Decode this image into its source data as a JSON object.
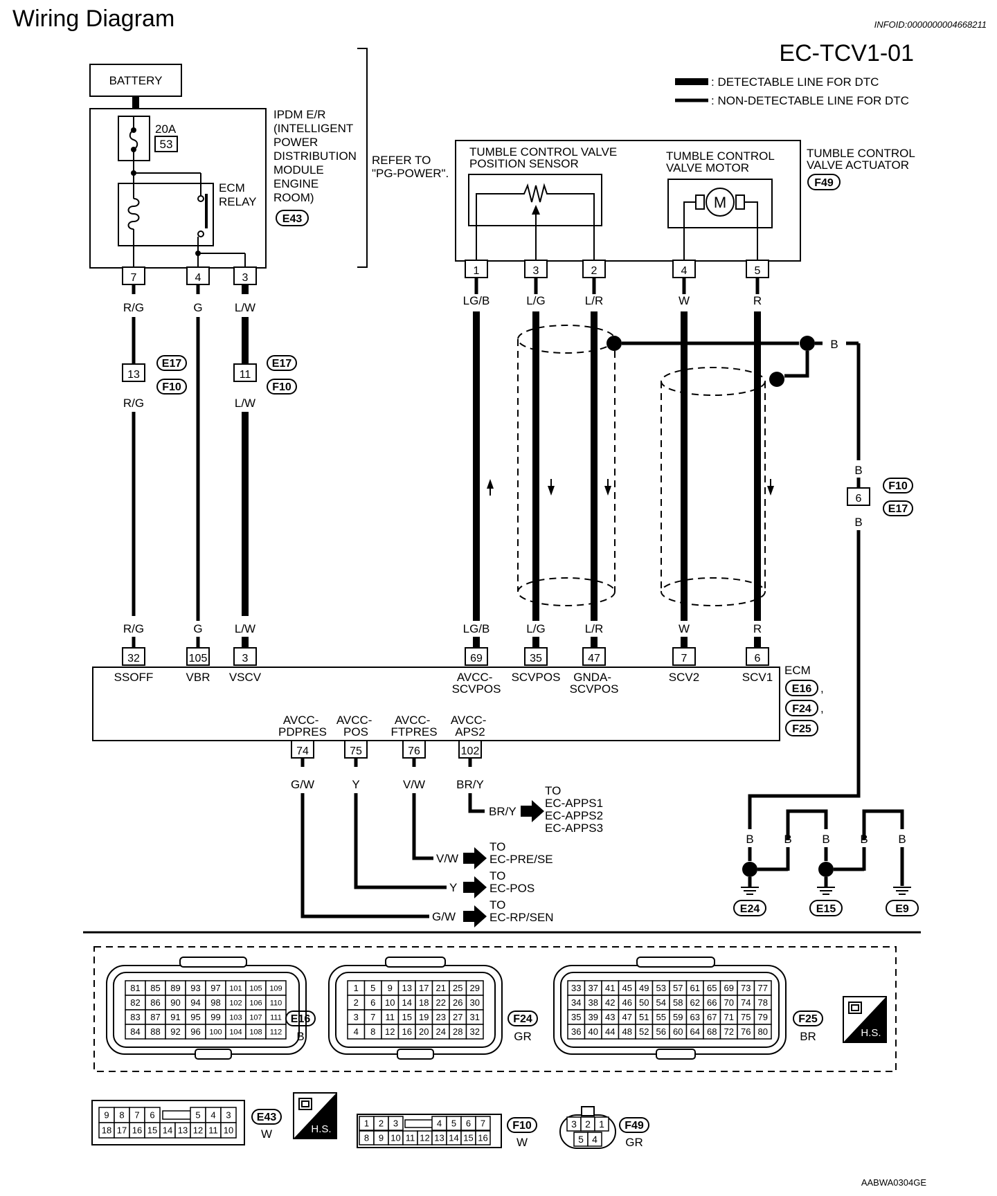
{
  "header": {
    "title": "Wiring Diagram",
    "info_id": "INFOID:0000000004668211",
    "page_code": "EC-TCV1-01",
    "figure_code": "AABWA0304GE"
  },
  "legend": {
    "detectable": ": DETECTABLE LINE FOR DTC",
    "non_detectable": ": NON-DETECTABLE LINE FOR DTC"
  },
  "battery": {
    "label": "BATTERY"
  },
  "ipdm": {
    "lines": [
      "IPDM E/R",
      "(INTELLIGENT",
      "POWER",
      "DISTRIBUTION",
      "MODULE",
      "ENGINE",
      "ROOM)"
    ],
    "connector": "E43",
    "fuse_rating": "20A",
    "fuse_number": "53",
    "relay_lines": [
      "ECM",
      "RELAY"
    ],
    "refer_lines": [
      "REFER TO",
      "\"PG-POWER\"."
    ],
    "pins": [
      "7",
      "4",
      "3"
    ]
  },
  "actuator": {
    "sensor_lines": [
      "TUMBLE CONTROL VALVE",
      "POSITION SENSOR"
    ],
    "motor_lines": [
      "TUMBLE CONTROL",
      "VALVE MOTOR"
    ],
    "actuator_lines": [
      "TUMBLE CONTROL",
      "VALVE ACTUATOR"
    ],
    "connector": "F49",
    "motor_symbol": "M",
    "pins": [
      "1",
      "3",
      "2",
      "4",
      "5"
    ]
  },
  "wires": {
    "rg": "R/G",
    "g": "G",
    "lw": "L/W",
    "lgb": "LG/B",
    "lg": "L/G",
    "lr": "L/R",
    "w": "W",
    "r": "R",
    "b": "B",
    "gw": "G/W",
    "y": "Y",
    "vw": "V/W",
    "bry": "BR/Y"
  },
  "junctions": {
    "j13": "13",
    "j11": "11",
    "j6": "6",
    "e17": "E17",
    "f10": "F10"
  },
  "ecm": {
    "label": "ECM",
    "connectors": [
      "E16",
      "F24",
      "F25"
    ],
    "top_pins": [
      "32",
      "105",
      "3",
      "69",
      "35",
      "47",
      "7",
      "6"
    ],
    "top_labels": [
      [
        "SSOFF"
      ],
      [
        "VBR"
      ],
      [
        "VSCV"
      ],
      [
        "AVCC-",
        "SCVPOS"
      ],
      [
        "SCVPOS"
      ],
      [
        "GNDA-",
        "SCVPOS"
      ],
      [
        "SCV2"
      ],
      [
        "SCV1"
      ]
    ],
    "bottom_pins": [
      "74",
      "75",
      "76",
      "102"
    ],
    "bottom_labels": [
      [
        "AVCC-",
        "PDPRES"
      ],
      [
        "AVCC-",
        "POS"
      ],
      [
        "AVCC-",
        "FTPRES"
      ],
      [
        "AVCC-",
        "APS2"
      ]
    ]
  },
  "destinations": {
    "apps": [
      "TO",
      "EC-APPS1",
      "EC-APPS2",
      "EC-APPS3"
    ],
    "pre": [
      "TO",
      "EC-PRE/SE"
    ],
    "pos": [
      "TO",
      "EC-POS"
    ],
    "rp": [
      "TO",
      "EC-RP/SEN"
    ]
  },
  "grounds": [
    "E24",
    "E15",
    "E9"
  ],
  "hs_label": "H.S.",
  "connector_views": {
    "e16": {
      "id": "E16",
      "color": "B",
      "rows": [
        [
          "81",
          "85",
          "89",
          "93",
          "97",
          "101",
          "105",
          "109"
        ],
        [
          "82",
          "86",
          "90",
          "94",
          "98",
          "102",
          "106",
          "110"
        ],
        [
          "83",
          "87",
          "91",
          "95",
          "99",
          "103",
          "107",
          "111"
        ],
        [
          "84",
          "88",
          "92",
          "96",
          "100",
          "104",
          "108",
          "112"
        ]
      ]
    },
    "f24": {
      "id": "F24",
      "color": "GR",
      "rows": [
        [
          "1",
          "5",
          "9",
          "13",
          "17",
          "21",
          "25",
          "29"
        ],
        [
          "2",
          "6",
          "10",
          "14",
          "18",
          "22",
          "26",
          "30"
        ],
        [
          "3",
          "7",
          "11",
          "15",
          "19",
          "23",
          "27",
          "31"
        ],
        [
          "4",
          "8",
          "12",
          "16",
          "20",
          "24",
          "28",
          "32"
        ]
      ]
    },
    "f25": {
      "id": "F25",
      "color": "BR",
      "rows": [
        [
          "33",
          "37",
          "41",
          "45",
          "49",
          "53",
          "57",
          "61",
          "65",
          "69",
          "73",
          "77"
        ],
        [
          "34",
          "38",
          "42",
          "46",
          "50",
          "54",
          "58",
          "62",
          "66",
          "70",
          "74",
          "78"
        ],
        [
          "35",
          "39",
          "43",
          "47",
          "51",
          "55",
          "59",
          "63",
          "67",
          "71",
          "75",
          "79"
        ],
        [
          "36",
          "40",
          "44",
          "48",
          "52",
          "56",
          "60",
          "64",
          "68",
          "72",
          "76",
          "80"
        ]
      ]
    },
    "e43": {
      "id": "E43",
      "color": "W",
      "top_left": [
        "9",
        "8",
        "7",
        "6"
      ],
      "top_right": [
        "5",
        "4",
        "3"
      ],
      "bottom": [
        "18",
        "17",
        "16",
        "15",
        "14",
        "13",
        "12",
        "11",
        "10"
      ]
    },
    "f10": {
      "id": "F10",
      "color": "W",
      "top_left": [
        "1",
        "2",
        "3"
      ],
      "top_right": [
        "4",
        "5",
        "6",
        "7"
      ],
      "bottom": [
        "8",
        "9",
        "10",
        "11",
        "12",
        "13",
        "14",
        "15",
        "16"
      ]
    },
    "f49": {
      "id": "F49",
      "color": "GR",
      "top": [
        "3",
        "2",
        "1"
      ],
      "bottom": [
        "5",
        "4"
      ]
    }
  }
}
